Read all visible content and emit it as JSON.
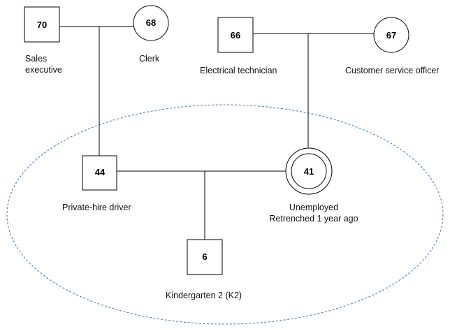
{
  "diagram": {
    "household_boundary": {
      "color": "#4a7fc1",
      "style": "dashed"
    },
    "members": {
      "grandfather_paternal": {
        "age": "70",
        "occupation_line1": "Sales",
        "occupation_line2": "executive",
        "shape": "square"
      },
      "grandmother_paternal": {
        "age": "68",
        "occupation": "Clerk",
        "shape": "circle"
      },
      "grandfather_maternal": {
        "age": "66",
        "occupation": "Electrical technician",
        "shape": "square"
      },
      "grandmother_maternal": {
        "age": "67",
        "occupation": "Customer service officer",
        "shape": "circle"
      },
      "father": {
        "age": "44",
        "occupation": "Private-hire driver",
        "shape": "square"
      },
      "mother": {
        "age": "41",
        "status_line1": "Unemployed",
        "status_line2": "Retrenched 1 year ago",
        "shape": "double-circle"
      },
      "child": {
        "age": "6",
        "occupation": "Kindergarten 2 (K2)",
        "shape": "square"
      }
    }
  }
}
